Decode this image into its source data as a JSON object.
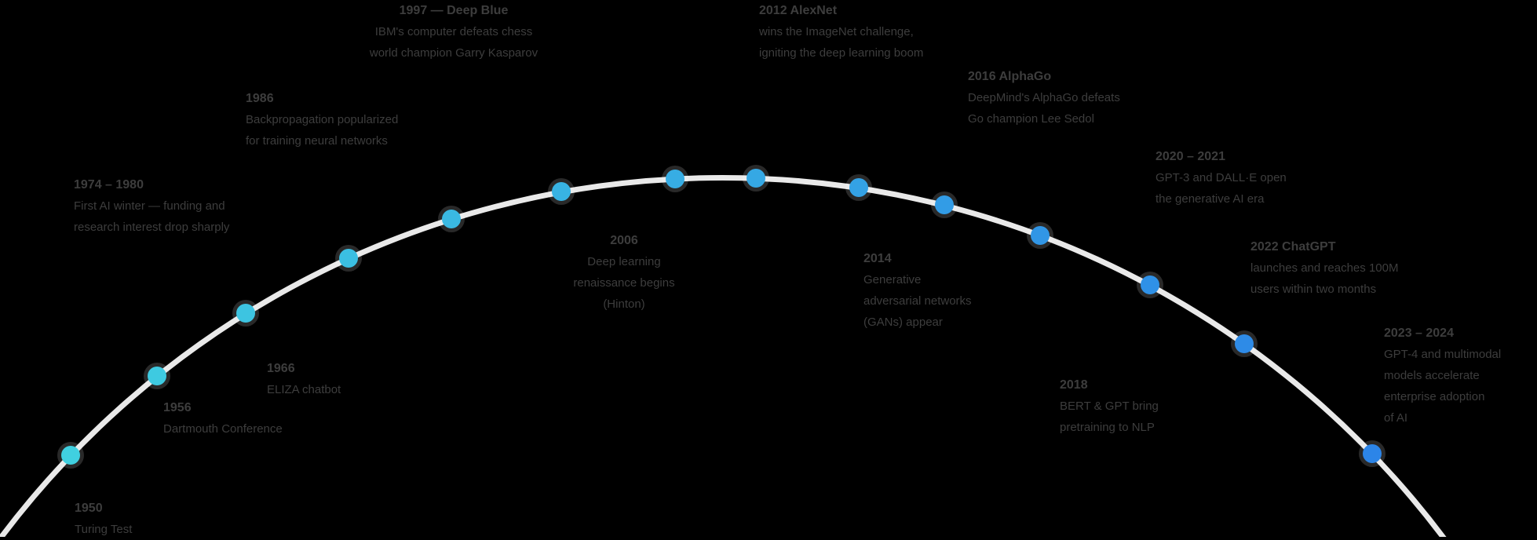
{
  "figure": {
    "type": "timeline-arc-infographic",
    "background_color": "#000000",
    "text_color": "#3d3d3d",
    "arc_color": "#e9e9e9",
    "dot_color_start": "#40d0e0",
    "dot_color_end": "#2c85e8"
  },
  "milestones": [
    {
      "year": "1950",
      "desc": "Turing Test",
      "dot_color": "#40d0e0"
    },
    {
      "year": "1956",
      "desc": "Dartmouth Conference",
      "dot_color": "#3ecae1"
    },
    {
      "year": "1966",
      "desc": "ELIZA chatbot",
      "dot_color": "#3dc4e1"
    },
    {
      "year": "1974 – 1980",
      "desc": "First AI winter — funding and\nresearch interest drop sharply",
      "dot_color": "#3bbfe2"
    },
    {
      "year": "1986",
      "desc": "Backpropagation popularized\nfor training neural networks",
      "dot_color": "#3ab9e2"
    },
    {
      "year": "1997 — Deep Blue",
      "desc": "IBM's computer defeats chess\nworld champion Garry Kasparov",
      "dot_color": "#38b3e3"
    },
    {
      "year": "2006",
      "desc": "Deep learning\nrenaissance begins\n(Hinton)",
      "dot_color": "#37ade4"
    },
    {
      "year": "2012 AlexNet",
      "desc": "wins the ImageNet challenge,\nigniting the deep learning boom",
      "dot_color": "#35a8e4"
    },
    {
      "year": "2014",
      "desc": "Generative\nadversarial networks\n(GANs) appear",
      "dot_color": "#34a2e5"
    },
    {
      "year": "2016 AlphaGo",
      "desc": "DeepMind's AlphaGo defeats\nGo champion Lee Sedol",
      "dot_color": "#329ce6"
    },
    {
      "year": "2018",
      "desc": "BERT & GPT bring\npretraining to NLP",
      "dot_color": "#3196e6"
    },
    {
      "year": "2020 – 2021",
      "desc": "GPT-3 and DALL·E open\nthe generative AI era",
      "dot_color": "#2f91e7"
    },
    {
      "year": "2022 ChatGPT",
      "desc": "launches and reaches 100M\nusers within two months",
      "dot_color": "#2e8be7"
    },
    {
      "year": "2023 – 2024",
      "desc": "GPT-4 and multimodal\nmodels accelerate\nenterprise adoption\nof AI",
      "dot_color": "#2c85e8"
    }
  ]
}
